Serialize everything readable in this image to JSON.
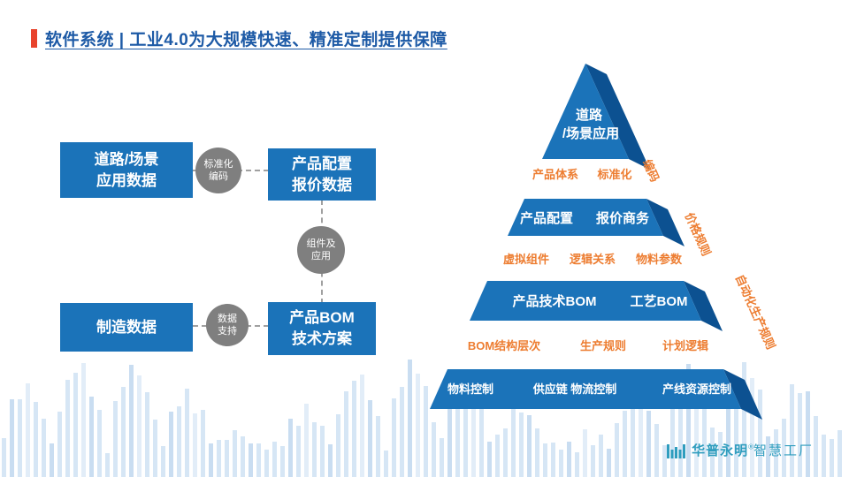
{
  "slide": {
    "title": "软件系统 | 工业4.0为大规模快速、精准定制提供保障"
  },
  "flow": {
    "road_box": {
      "line1": "道路/场景",
      "line2": "应用数据"
    },
    "config_box": {
      "line1": "产品配置",
      "line2": "报价数据"
    },
    "manufacturing_box": {
      "line1": "制造数据"
    },
    "bom_box": {
      "line1": "产品BOM",
      "line2": "技术方案"
    },
    "standard_connector": {
      "line1": "标准化",
      "line2": "编码"
    },
    "component_connector": {
      "line1": "组件及",
      "line2": "应用"
    },
    "data_connector": {
      "line1": "数据",
      "line2": "支持"
    }
  },
  "pyramid": {
    "layer1_lines": [
      "道路",
      "/场景应用"
    ],
    "gap1_items": [
      "产品体系",
      "标准化"
    ],
    "layer2_items": [
      "产品配置",
      "报价商务"
    ],
    "gap2_items": [
      "虚拟组件",
      "逻辑关系",
      "物料参数"
    ],
    "layer3_items": [
      "产品技术BOM",
      "工艺BOM"
    ],
    "gap3_items": [
      "BOM结构层次",
      "生产规则",
      "计划逻辑"
    ],
    "layer4_items": [
      "物料控制",
      "供应链 物流控制",
      "产线资源控制"
    ],
    "side_labels": [
      "编码",
      "价格规则",
      "自动化生产规则"
    ]
  },
  "logo": {
    "brand": "华普永明",
    "reg": "®",
    "suffix": "智慧工厂"
  },
  "colors": {
    "primary_blue": "#1B73B9",
    "pyramid_side_blue": "#0C5191",
    "title_blue": "#1D5AA6",
    "accent_red": "#E8432C",
    "orange": "#ED7D31",
    "connector_gray": "#7F7F7F",
    "waveform_blue": "#D6E6F5",
    "logo_teal": "#2F9DBE"
  }
}
